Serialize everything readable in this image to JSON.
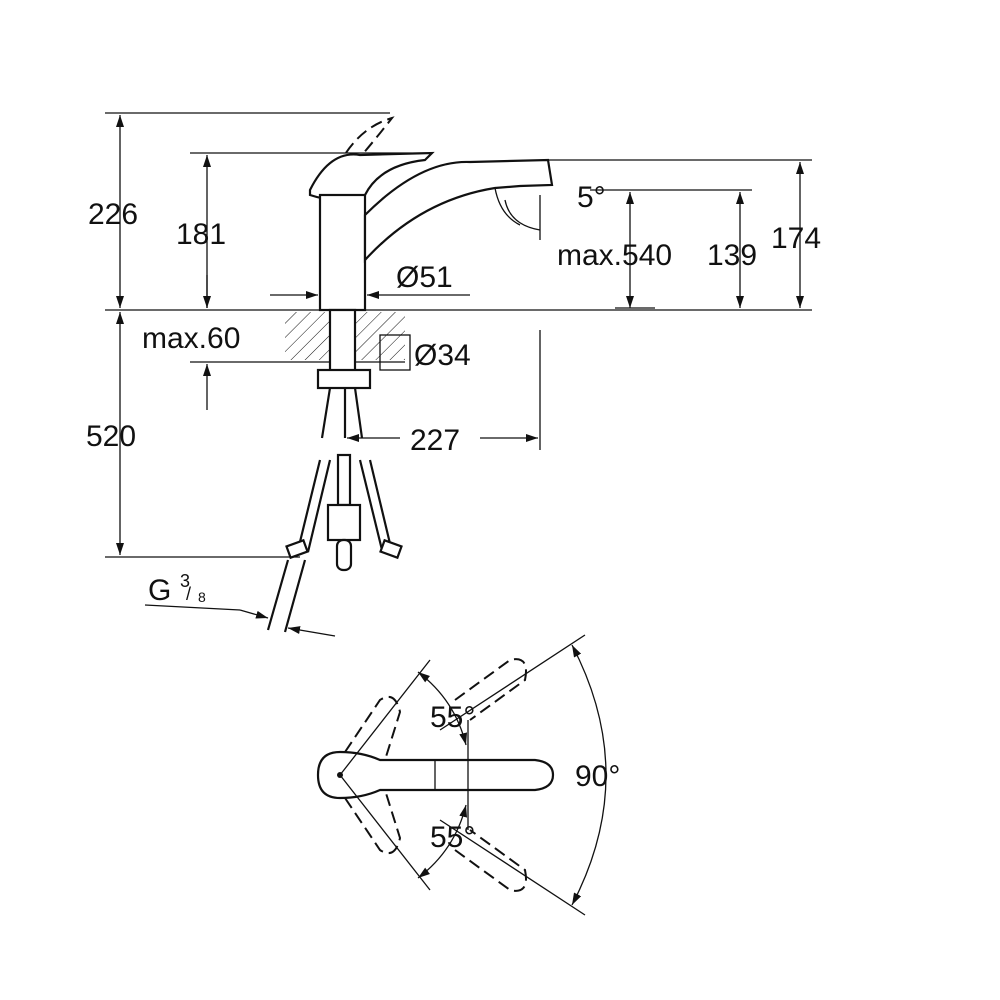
{
  "drawing": {
    "dimensions": {
      "total_height": "226",
      "body_height": "181",
      "spout_angle": "5°",
      "max_height_label": "max.540",
      "spout_height": "139",
      "spout_top_height": "174",
      "body_diameter": "Ø51",
      "max_counter_thickness": "max.60",
      "hole_diameter": "Ø34",
      "hose_length": "520",
      "spout_reach": "227",
      "connection_thread": "G",
      "connection_thread_sup": "3",
      "connection_thread_sub": "8",
      "lever_angle_left": "55°",
      "lever_angle_right": "55°",
      "lever_total_angle": "90°"
    }
  }
}
